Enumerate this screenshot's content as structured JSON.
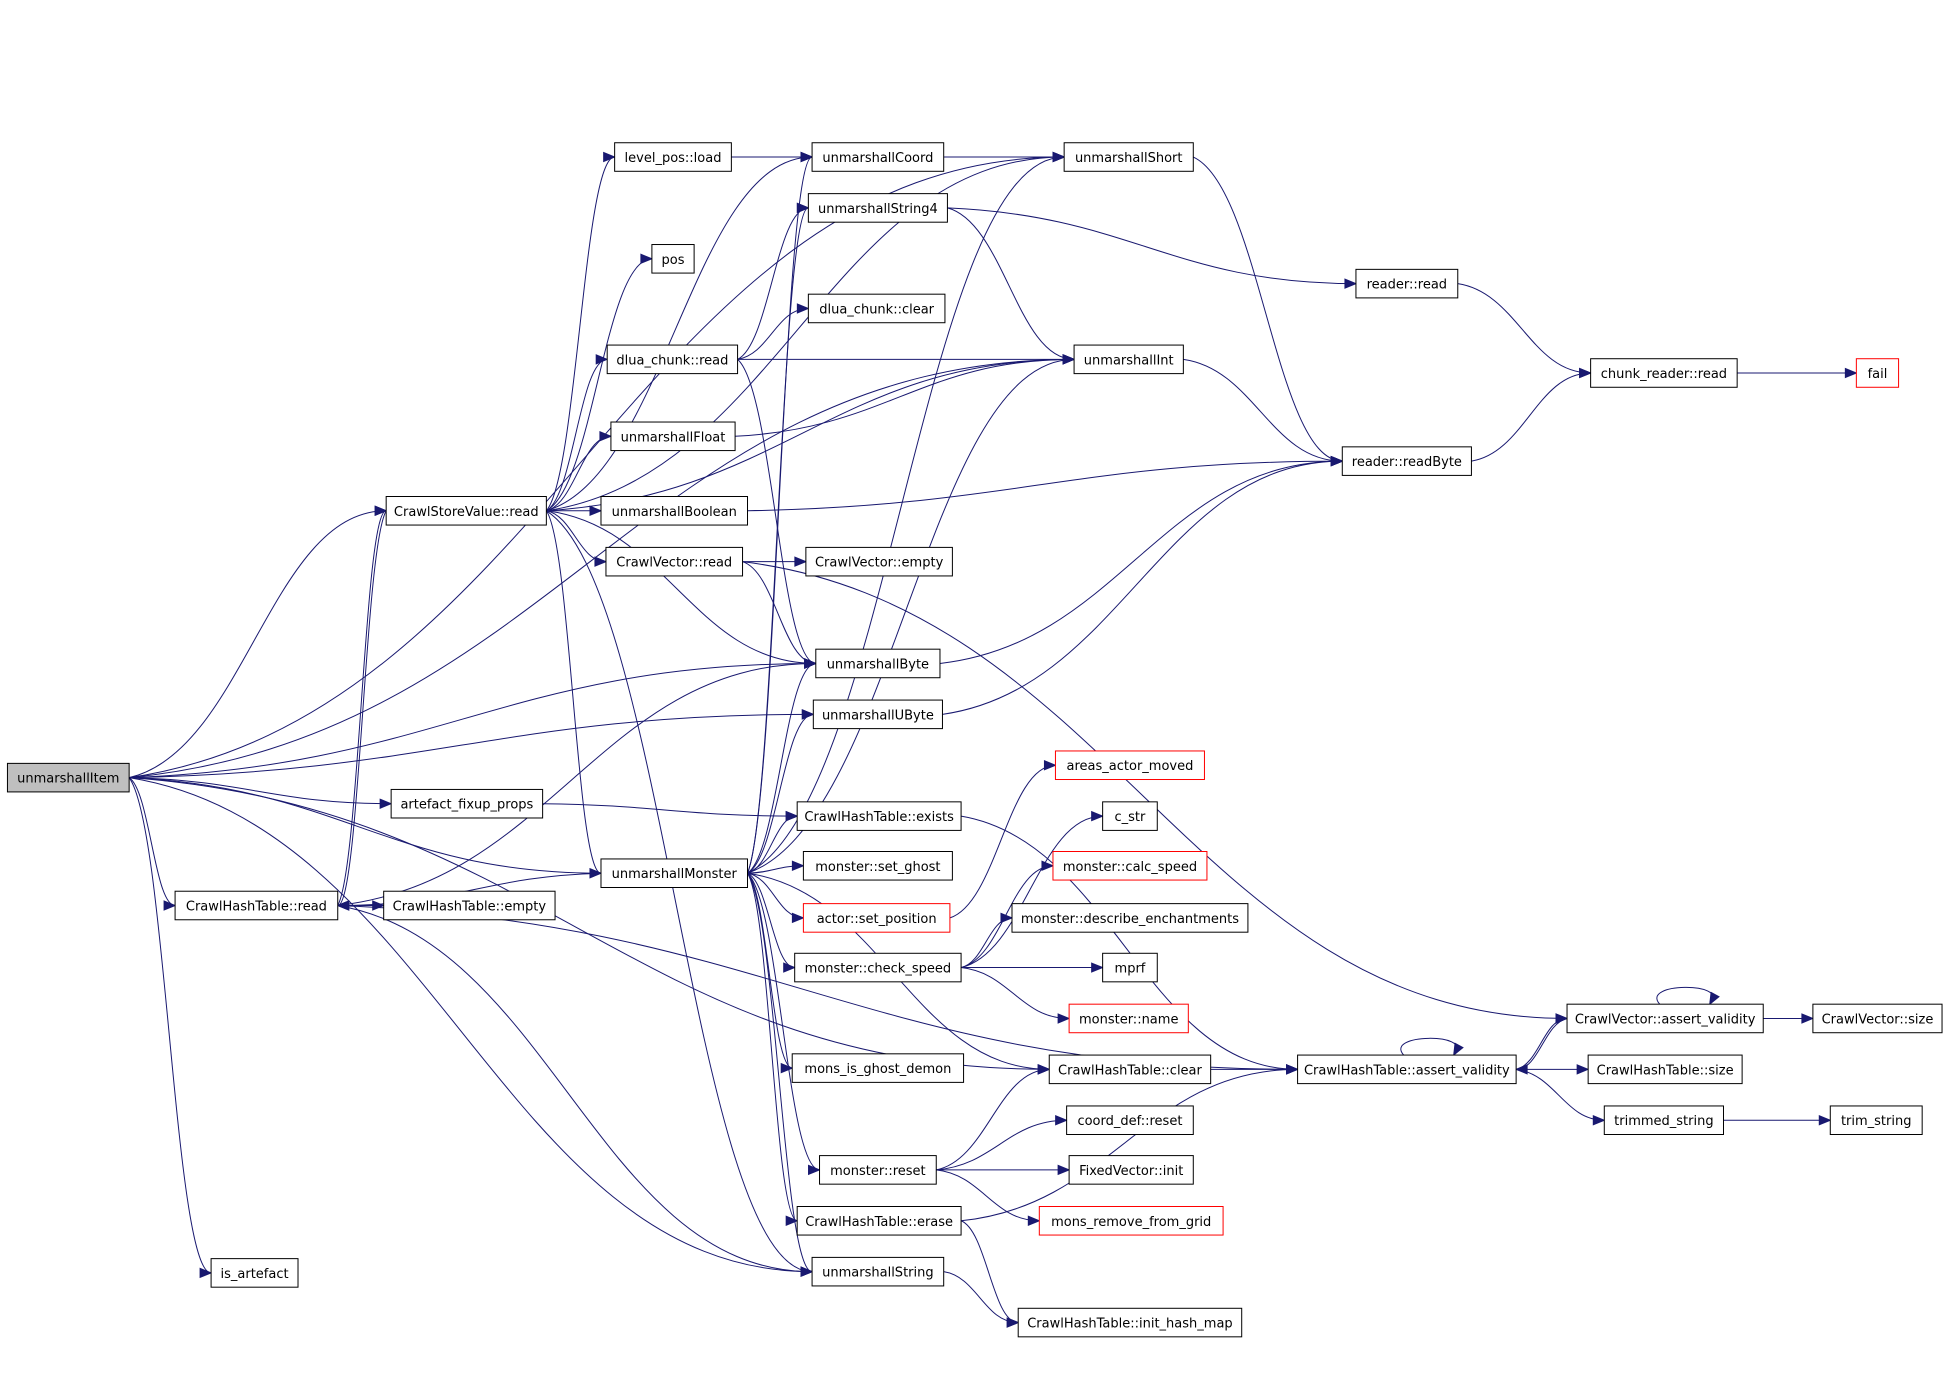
{
  "nodes": [
    {
      "id": "unmarshallItem",
      "label": "unmarshallItem",
      "root": true
    },
    {
      "id": "is_artefact",
      "label": "is_artefact"
    },
    {
      "id": "CrawlHashTable_read",
      "label": "CrawlHashTable::read"
    },
    {
      "id": "artefact_fixup_props",
      "label": "artefact_fixup_props"
    },
    {
      "id": "CrawlStoreValue_read",
      "label": "CrawlStoreValue::read"
    },
    {
      "id": "CrawlHashTable_empty",
      "label": "CrawlHashTable::empty"
    },
    {
      "id": "unmarshallMonster",
      "label": "unmarshallMonster"
    },
    {
      "id": "level_pos_load",
      "label": "level_pos::load"
    },
    {
      "id": "pos",
      "label": "pos"
    },
    {
      "id": "dlua_chunk_read",
      "label": "dlua_chunk::read"
    },
    {
      "id": "unmarshallFloat",
      "label": "unmarshallFloat"
    },
    {
      "id": "unmarshallBoolean",
      "label": "unmarshallBoolean"
    },
    {
      "id": "CrawlVector_read",
      "label": "CrawlVector::read"
    },
    {
      "id": "unmarshallCoord",
      "label": "unmarshallCoord"
    },
    {
      "id": "unmarshallString4",
      "label": "unmarshallString4"
    },
    {
      "id": "dlua_chunk_clear",
      "label": "dlua_chunk::clear"
    },
    {
      "id": "CrawlVector_empty",
      "label": "CrawlVector::empty"
    },
    {
      "id": "unmarshallByte",
      "label": "unmarshallByte"
    },
    {
      "id": "unmarshallUByte",
      "label": "unmarshallUByte"
    },
    {
      "id": "CrawlHashTable_exists",
      "label": "CrawlHashTable::exists"
    },
    {
      "id": "monster_set_ghost",
      "label": "monster::set_ghost"
    },
    {
      "id": "actor_set_position",
      "label": "actor::set_position",
      "red": true
    },
    {
      "id": "monster_check_speed",
      "label": "monster::check_speed"
    },
    {
      "id": "mons_is_ghost_demon",
      "label": "mons_is_ghost_demon"
    },
    {
      "id": "monster_reset",
      "label": "monster::reset"
    },
    {
      "id": "CrawlHashTable_erase",
      "label": "CrawlHashTable::erase"
    },
    {
      "id": "unmarshallString",
      "label": "unmarshallString"
    },
    {
      "id": "unmarshallShort",
      "label": "unmarshallShort"
    },
    {
      "id": "unmarshallInt",
      "label": "unmarshallInt"
    },
    {
      "id": "areas_actor_moved",
      "label": "areas_actor_moved",
      "red": true
    },
    {
      "id": "c_str",
      "label": "c_str"
    },
    {
      "id": "monster_calc_speed",
      "label": "monster::calc_speed",
      "red": true
    },
    {
      "id": "monster_describe_enchantments",
      "label": "monster::describe_enchantments"
    },
    {
      "id": "mprf",
      "label": "mprf"
    },
    {
      "id": "monster_name",
      "label": "monster::name",
      "red": true
    },
    {
      "id": "CrawlHashTable_clear",
      "label": "CrawlHashTable::clear"
    },
    {
      "id": "coord_def_reset",
      "label": "coord_def::reset"
    },
    {
      "id": "FixedVector_init",
      "label": "FixedVector::init"
    },
    {
      "id": "mons_remove_from_grid",
      "label": "mons_remove_from_grid",
      "red": true
    },
    {
      "id": "CrawlHashTable_init_hash_map",
      "label": "CrawlHashTable::init_hash_map"
    },
    {
      "id": "reader_read",
      "label": "reader::read"
    },
    {
      "id": "reader_readByte",
      "label": "reader::readByte"
    },
    {
      "id": "CrawlHashTable_assert_validity",
      "label": "CrawlHashTable::assert_validity"
    },
    {
      "id": "chunk_reader_read",
      "label": "chunk_reader::read"
    },
    {
      "id": "CrawlVector_assert_validity",
      "label": "CrawlVector::assert_validity"
    },
    {
      "id": "CrawlHashTable_size",
      "label": "CrawlHashTable::size"
    },
    {
      "id": "trimmed_string",
      "label": "trimmed_string"
    },
    {
      "id": "fail",
      "label": "fail",
      "red": true
    },
    {
      "id": "CrawlVector_size",
      "label": "CrawlVector::size"
    },
    {
      "id": "trim_string",
      "label": "trim_string"
    }
  ],
  "edges": [
    [
      "unmarshallItem",
      "unmarshallShort"
    ],
    [
      "unmarshallItem",
      "unmarshallInt"
    ],
    [
      "unmarshallItem",
      "CrawlStoreValue_read"
    ],
    [
      "unmarshallItem",
      "unmarshallByte"
    ],
    [
      "unmarshallItem",
      "unmarshallUByte"
    ],
    [
      "unmarshallItem",
      "artefact_fixup_props"
    ],
    [
      "unmarshallItem",
      "CrawlHashTable_read"
    ],
    [
      "unmarshallItem",
      "CrawlHashTable_clear"
    ],
    [
      "unmarshallItem",
      "unmarshallString"
    ],
    [
      "unmarshallItem",
      "is_artefact"
    ],
    [
      "unmarshallItem",
      "unmarshallMonster"
    ],
    [
      "CrawlHashTable_read",
      "CrawlHashTable_empty"
    ],
    [
      "CrawlHashTable_read",
      "CrawlStoreValue_read"
    ],
    [
      "CrawlHashTable_read",
      "unmarshallByte"
    ],
    [
      "CrawlHashTable_read",
      "unmarshallString"
    ],
    [
      "CrawlHashTable_read",
      "CrawlHashTable_assert_validity"
    ],
    [
      "CrawlStoreValue_read",
      "CrawlHashTable_read"
    ],
    [
      "CrawlStoreValue_read",
      "level_pos_load"
    ],
    [
      "CrawlStoreValue_read",
      "pos"
    ],
    [
      "CrawlStoreValue_read",
      "dlua_chunk_read"
    ],
    [
      "CrawlStoreValue_read",
      "unmarshallFloat"
    ],
    [
      "CrawlStoreValue_read",
      "unmarshallBoolean"
    ],
    [
      "CrawlStoreValue_read",
      "CrawlVector_read"
    ],
    [
      "CrawlStoreValue_read",
      "unmarshallCoord"
    ],
    [
      "CrawlStoreValue_read",
      "unmarshallShort"
    ],
    [
      "CrawlStoreValue_read",
      "unmarshallInt"
    ],
    [
      "CrawlStoreValue_read",
      "unmarshallByte"
    ],
    [
      "CrawlStoreValue_read",
      "unmarshallMonster"
    ],
    [
      "CrawlStoreValue_read",
      "unmarshallString"
    ],
    [
      "artefact_fixup_props",
      "CrawlHashTable_exists"
    ],
    [
      "unmarshallMonster",
      "CrawlHashTable_read"
    ],
    [
      "unmarshallMonster",
      "unmarshallCoord"
    ],
    [
      "unmarshallMonster",
      "unmarshallString4"
    ],
    [
      "unmarshallMonster",
      "unmarshallShort"
    ],
    [
      "unmarshallMonster",
      "unmarshallInt"
    ],
    [
      "unmarshallMonster",
      "unmarshallByte"
    ],
    [
      "unmarshallMonster",
      "unmarshallUByte"
    ],
    [
      "unmarshallMonster",
      "CrawlHashTable_exists"
    ],
    [
      "unmarshallMonster",
      "monster_set_ghost"
    ],
    [
      "unmarshallMonster",
      "actor_set_position"
    ],
    [
      "unmarshallMonster",
      "monster_check_speed"
    ],
    [
      "unmarshallMonster",
      "mons_is_ghost_demon"
    ],
    [
      "unmarshallMonster",
      "monster_reset"
    ],
    [
      "unmarshallMonster",
      "CrawlHashTable_erase"
    ],
    [
      "unmarshallMonster",
      "unmarshallString"
    ],
    [
      "unmarshallMonster",
      "CrawlHashTable_clear"
    ],
    [
      "level_pos_load",
      "unmarshallCoord"
    ],
    [
      "dlua_chunk_read",
      "unmarshallString4"
    ],
    [
      "dlua_chunk_read",
      "dlua_chunk_clear"
    ],
    [
      "dlua_chunk_read",
      "unmarshallInt"
    ],
    [
      "dlua_chunk_read",
      "unmarshallByte"
    ],
    [
      "unmarshallFloat",
      "unmarshallInt"
    ],
    [
      "unmarshallBoolean",
      "reader_readByte"
    ],
    [
      "CrawlVector_read",
      "CrawlVector_empty"
    ],
    [
      "CrawlVector_read",
      "unmarshallByte"
    ],
    [
      "CrawlVector_read",
      "CrawlVector_assert_validity"
    ],
    [
      "unmarshallCoord",
      "unmarshallShort"
    ],
    [
      "unmarshallString4",
      "reader_read"
    ],
    [
      "unmarshallString4",
      "unmarshallInt"
    ],
    [
      "unmarshallByte",
      "reader_readByte"
    ],
    [
      "unmarshallUByte",
      "reader_readByte"
    ],
    [
      "CrawlHashTable_exists",
      "CrawlHashTable_assert_validity"
    ],
    [
      "actor_set_position",
      "areas_actor_moved"
    ],
    [
      "monster_check_speed",
      "c_str"
    ],
    [
      "monster_check_speed",
      "monster_calc_speed"
    ],
    [
      "monster_check_speed",
      "monster_describe_enchantments"
    ],
    [
      "monster_check_speed",
      "mprf"
    ],
    [
      "monster_check_speed",
      "monster_name"
    ],
    [
      "monster_reset",
      "CrawlHashTable_clear"
    ],
    [
      "monster_reset",
      "coord_def_reset"
    ],
    [
      "monster_reset",
      "FixedVector_init"
    ],
    [
      "monster_reset",
      "mons_remove_from_grid"
    ],
    [
      "CrawlHashTable_erase",
      "CrawlHashTable_assert_validity"
    ],
    [
      "CrawlHashTable_erase",
      "CrawlHashTable_init_hash_map"
    ],
    [
      "unmarshallString",
      "CrawlHashTable_init_hash_map"
    ],
    [
      "unmarshallShort",
      "reader_readByte"
    ],
    [
      "unmarshallInt",
      "reader_readByte"
    ],
    [
      "reader_read",
      "chunk_reader_read"
    ],
    [
      "reader_readByte",
      "chunk_reader_read"
    ],
    [
      "chunk_reader_read",
      "fail"
    ],
    [
      "CrawlHashTable_clear",
      "CrawlHashTable_assert_validity"
    ],
    [
      "CrawlHashTable_assert_validity",
      "CrawlHashTable_assert_validity"
    ],
    [
      "CrawlHashTable_assert_validity",
      "CrawlVector_assert_validity"
    ],
    [
      "CrawlHashTable_assert_validity",
      "CrawlHashTable_size"
    ],
    [
      "CrawlHashTable_assert_validity",
      "trimmed_string"
    ],
    [
      "CrawlVector_assert_validity",
      "CrawlHashTable_assert_validity"
    ],
    [
      "CrawlVector_assert_validity",
      "CrawlVector_assert_validity"
    ],
    [
      "CrawlVector_assert_validity",
      "CrawlVector_size"
    ],
    [
      "trimmed_string",
      "trim_string"
    ]
  ]
}
